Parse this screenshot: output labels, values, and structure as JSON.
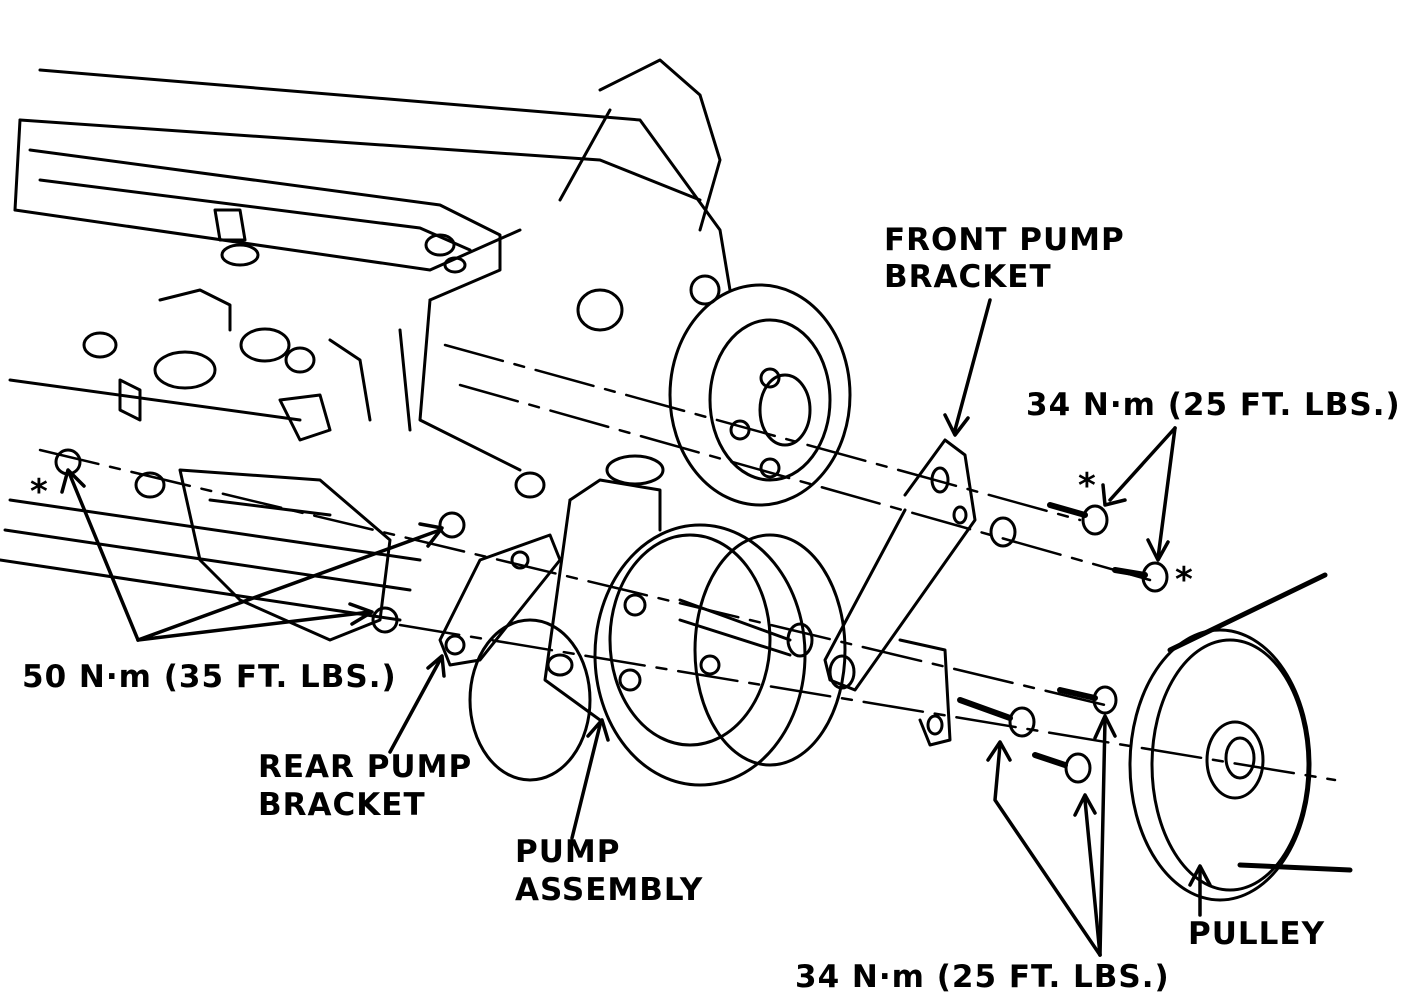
{
  "labels": {
    "front_pump_bracket_line1": "FRONT PUMP",
    "front_pump_bracket_line2": "BRACKET",
    "torque_front_upper": "34 N·m (25 FT. LBS.)",
    "torque_rear": "50 N·m (35 FT. LBS.)",
    "rear_pump_bracket_line1": "REAR PUMP",
    "rear_pump_bracket_line2": "BRACKET",
    "pump_assembly_line1": "PUMP",
    "pump_assembly_line2": "ASSEMBLY",
    "pulley": "PULLEY",
    "torque_front_lower": "34 N·m (25 FT. LBS.)",
    "asterisk": "*"
  },
  "colors": {
    "ink": "#000000",
    "paper": "#ffffff"
  }
}
